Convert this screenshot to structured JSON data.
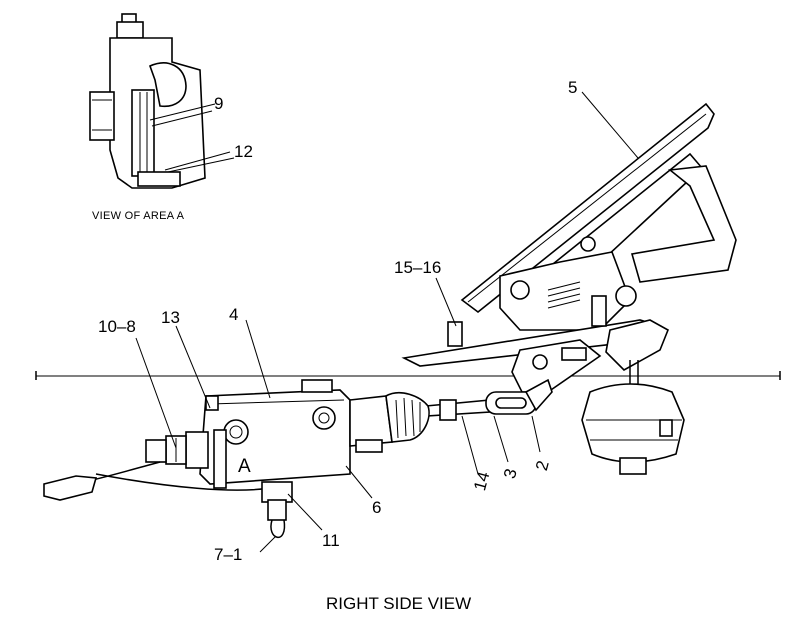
{
  "title": "RIGHT SIDE VIEW",
  "detail_caption": "VIEW OF AREA  A",
  "area_marker": "A",
  "callouts": {
    "c9": "9",
    "c12": "12",
    "c5": "5",
    "c15_16": "15–16",
    "c10_8": "10–8",
    "c13": "13",
    "c4": "4",
    "c14": "14",
    "c3": "3",
    "c2": "2",
    "c6": "6",
    "c11": "11",
    "c7_1": "7–1"
  }
}
